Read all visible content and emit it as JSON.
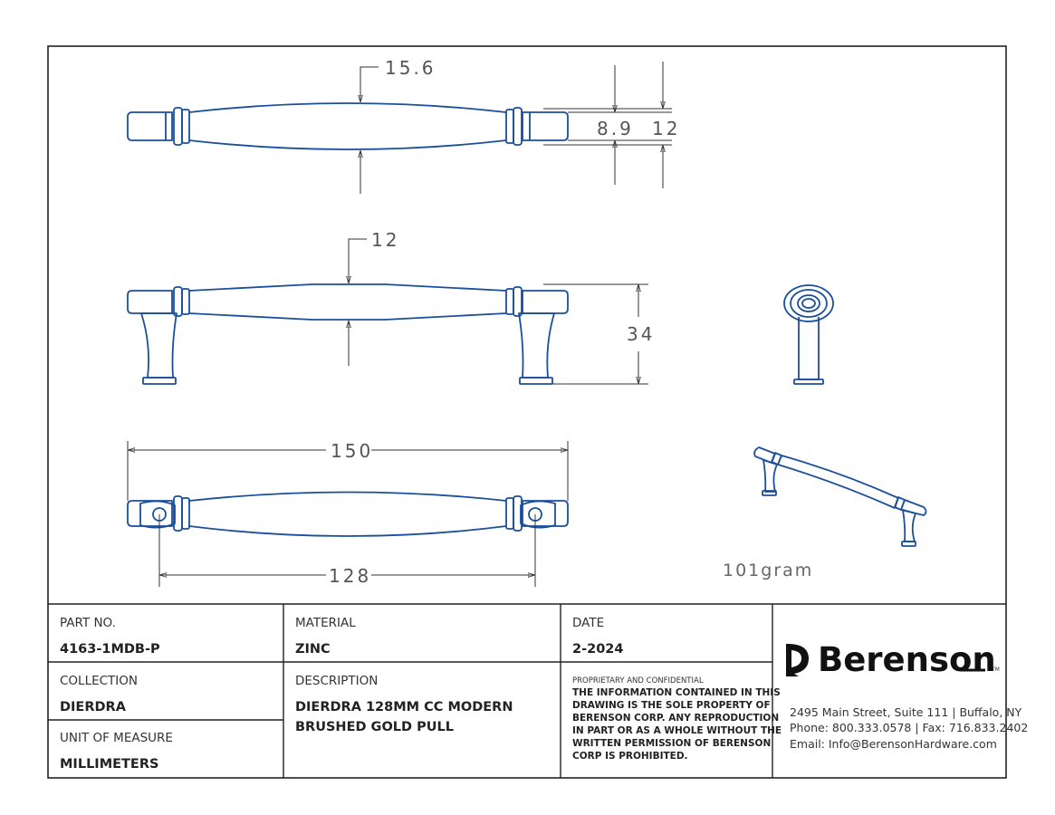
{
  "drawing": {
    "dims": {
      "top_max_diameter": "15.6",
      "top_end_small": "8.9",
      "top_end_large": "12",
      "side_center": "12",
      "side_height": "34",
      "overall_length": "150",
      "center_to_center": "128"
    },
    "weight": "101gram",
    "colors": {
      "part_outline": "#1a4f9b",
      "dimension_line": "#333333",
      "border": "#222222"
    }
  },
  "title_block": {
    "part_no": {
      "label": "PART NO.",
      "value": "4163-1MDB-P"
    },
    "material": {
      "label": "MATERIAL",
      "value": "ZINC"
    },
    "date": {
      "label": "DATE",
      "value": "2-2024"
    },
    "collection": {
      "label": "COLLECTION",
      "value": "DIERDRA"
    },
    "description": {
      "label": "DESCRIPTION",
      "line1": "DIERDRA 128MM CC MODERN",
      "line2": "BRUSHED GOLD PULL"
    },
    "unit": {
      "label": "UNIT OF MEASURE",
      "value": "MILLIMETERS"
    },
    "confidential": {
      "label": "PROPRIETARY AND CONFIDENTIAL",
      "lines": [
        "THE INFORMATION CONTAINED IN THIS",
        "DRAWING IS THE SOLE PROPERTY OF",
        "BERENSON CORP. ANY REPRODUCTION",
        "IN PART OR AS A WHOLE WITHOUT THE",
        "WRITTEN PERMISSION OF BERENSON",
        "CORP IS PROHIBITED."
      ]
    },
    "company": {
      "name": "Berenson",
      "trademark": "TM",
      "address": "2495 Main Street, Suite 111 | Buffalo, NY",
      "phone": "Phone: 800.333.0578 | Fax: 716.833.2402",
      "email": "Email: Info@BerensonHardware.com"
    }
  }
}
